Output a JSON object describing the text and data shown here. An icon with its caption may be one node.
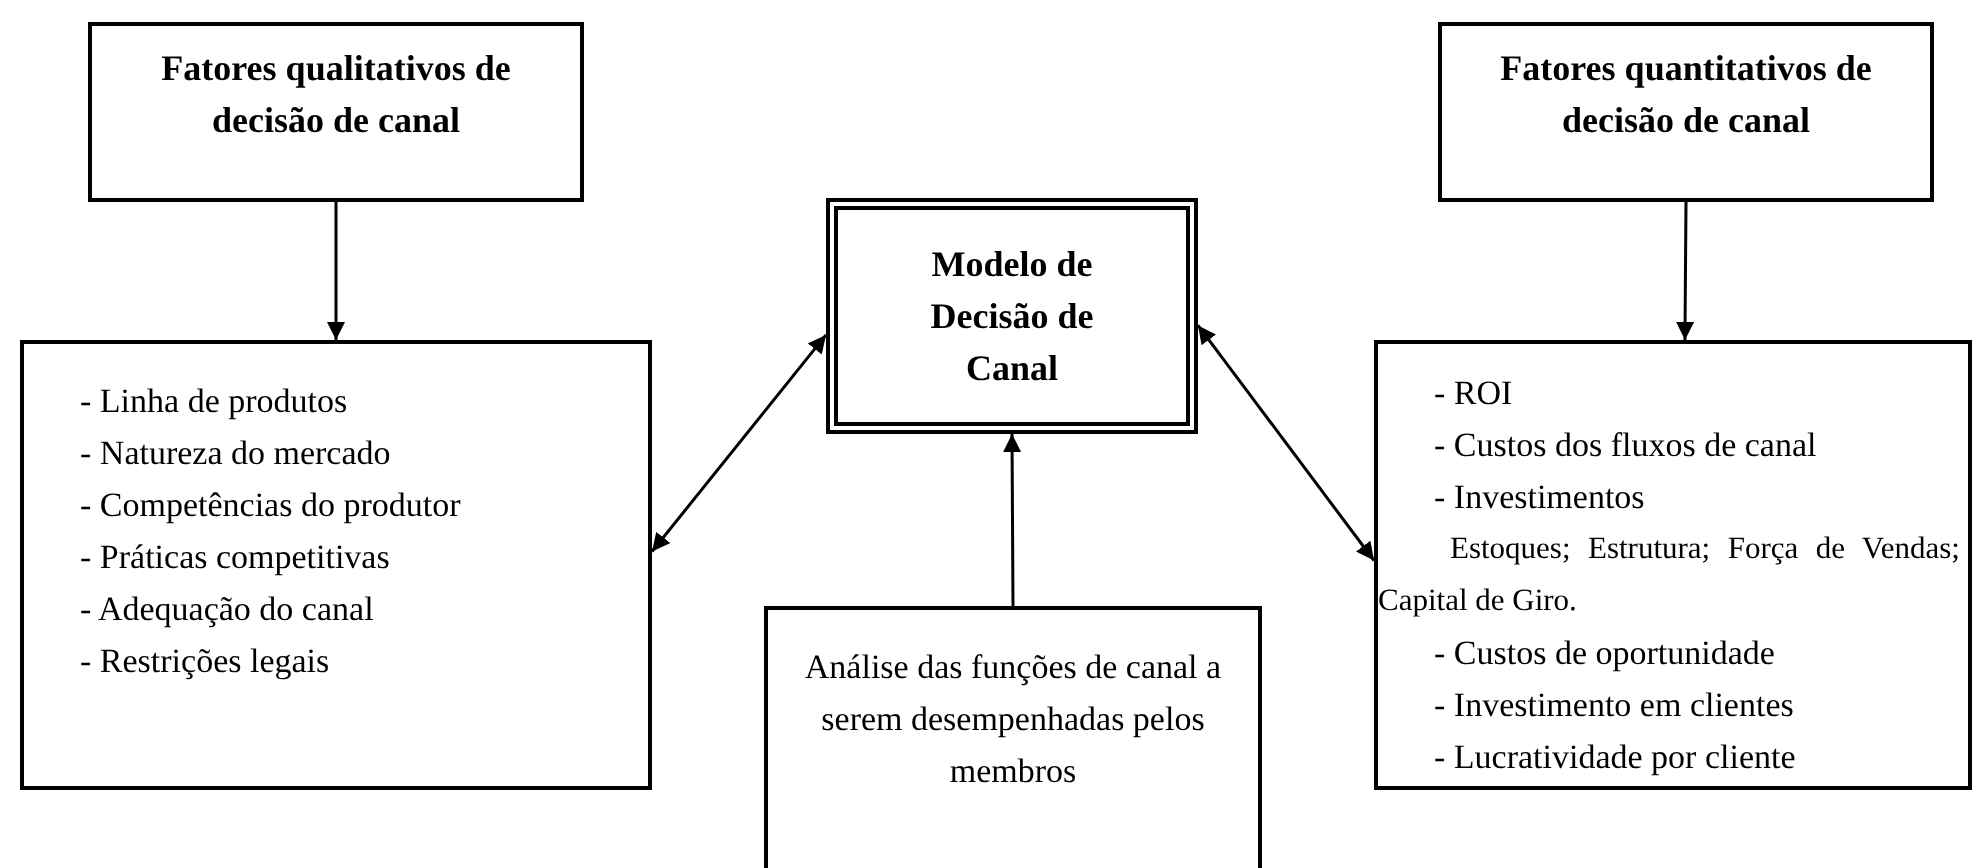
{
  "diagram": {
    "nodes": [
      {
        "text": [
          "Fatores qualitativos de decisão de canal"
        ]
      },
      {
        "text": [
          "- Linha de produtos",
          "- Natureza do mercado",
          "- Competências do produtor",
          "- Práticas competitivas",
          "- Adequação do canal",
          "- Restrições legais"
        ]
      },
      {
        "text": [
          "Modelo de Decisão de Canal"
        ]
      },
      {
        "text": [
          "Análise das funções de canal a serem desempenhadas pelos membros"
        ]
      },
      {
        "text": [
          "Fatores quantitativos de decisão de canal"
        ]
      },
      {
        "text": [
          "- ROI",
          "- Custos dos fluxos de canal",
          "- Investimentos",
          "Estoques; Estrutura; Força de Vendas; Capital de Giro.",
          "- Custos de oportunidade",
          "- Investimento em clientes",
          "- Lucratividade por cliente"
        ]
      }
    ],
    "edges": [
      {
        "from": 0,
        "to": 1,
        "arrow": "to"
      },
      {
        "from": 1,
        "to": 2,
        "arrow": "both"
      },
      {
        "from": 3,
        "to": 2,
        "arrow": "to"
      },
      {
        "from": 4,
        "to": 5,
        "arrow": "to"
      },
      {
        "from": 2,
        "to": 5,
        "arrow": "both"
      }
    ]
  }
}
